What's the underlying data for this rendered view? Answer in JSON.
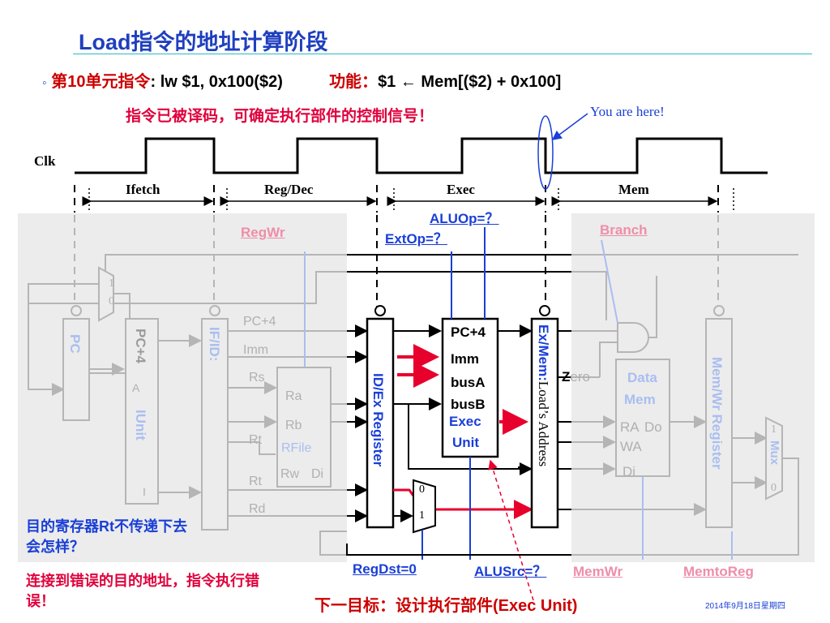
{
  "title": "Load指令的地址计算阶段",
  "bullet": {
    "marker": "◦",
    "prefix": "第",
    "number": "10",
    "unit_label": "单元指令",
    "colon": ":",
    "instruction": "lw  $1, 0x100($2)",
    "function_label": "功能：",
    "function_expr": "$1 ← Mem[($2) +  0x100]"
  },
  "decoded_note": "指令已被译码，可确定执行部件的控制信号！",
  "you_are_here": "You are here!",
  "timing": {
    "clock_label": "Clk",
    "stages": [
      "Ifetch",
      "Reg/Dec",
      "Exec",
      "Mem"
    ]
  },
  "control_signals": {
    "regwr": "RegWr",
    "aluop": "ALUOp=？",
    "extop": "ExtOp=？",
    "branch": "Branch",
    "regdst": "RegDst=0",
    "alusrc": "ALUSrc=？",
    "memwr": "MemWr",
    "memtoreg": "MemtoReg"
  },
  "datapath": {
    "pc": "PC",
    "iunit_top": "PC+4",
    "iunit_a": "A",
    "iunit_name": "IUnit",
    "iunit_i": "I",
    "ifid": "IF/ID:",
    "ifid_pc4": "PC+4",
    "ifid_imm": "Imm",
    "ifid_rs": "Rs",
    "ifid_rt1": "Rt",
    "ifid_rt2": "Rt",
    "ifid_rd": "Rd",
    "rfile_ra": "Ra",
    "rfile_rb": "Rb",
    "rfile_name": "RFile",
    "rfile_rw": "Rw",
    "rfile_di": "Di",
    "idex": "ID/Ex Register",
    "exec_pc4": "PC+4",
    "exec_imm": "Imm",
    "exec_busa": "busA",
    "exec_busb": "busB",
    "exec_unit": "Exec",
    "exec_unit2": "Unit",
    "exmem": "Ex/Mem:",
    "exmem_tail": "Load’s Address",
    "zero_z": "Z",
    "zero_rest": "ero",
    "datamem1": "Data",
    "datamem2": "Mem",
    "mem_ra": "RA",
    "mem_do": "Do",
    "mem_wa": "WA",
    "mem_di": "Di",
    "memwb": "Mem/Wr Register",
    "mux_name": "Mux",
    "mux_one": "1",
    "mux_zero": "0",
    "pcmux_one": "1",
    "pcmux_zero": "0",
    "regdst_mux0": "0",
    "regdst_mux1": "1"
  },
  "question": "目的寄存器Rt不传递下去会怎样？",
  "answer": "连接到错误的目的地址，指令执行错误！",
  "next_goal": "下一目标：设计执行部件(Exec Unit)",
  "date": "2014年9月18日星期四",
  "colors": {
    "title_blue": "#1f3fbf",
    "alert_red": "#e0003c",
    "control_blue": "#1a3fd6",
    "arrow_red": "#e8002d",
    "grey_area": "#ececec"
  }
}
